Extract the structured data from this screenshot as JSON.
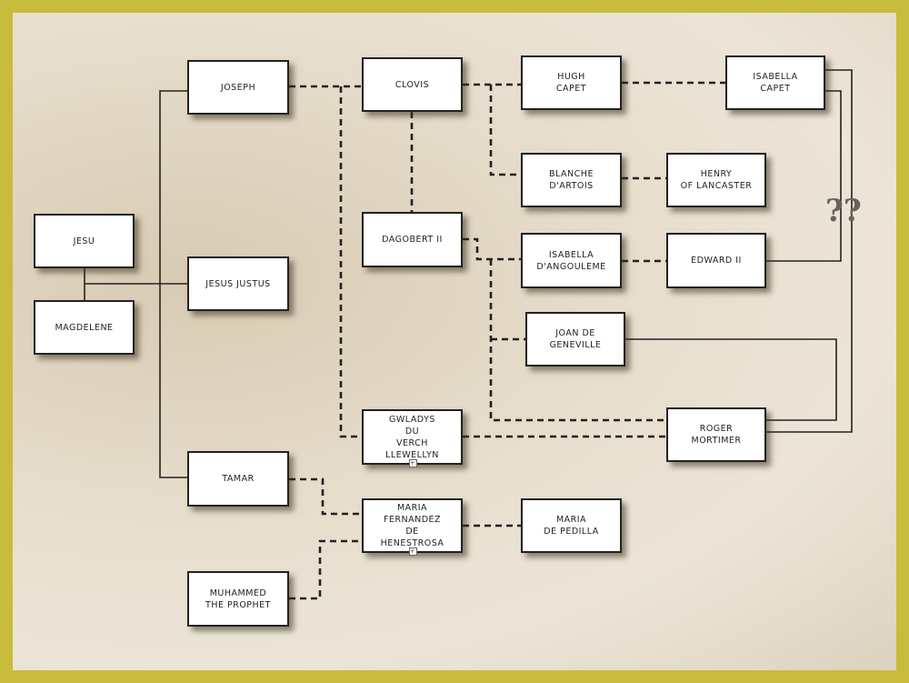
{
  "nodes": {
    "jesu": "JESU",
    "magdelene": "MAGDELENE",
    "joseph": "JOSEPH",
    "jesus_justus": "JESUS JUSTUS",
    "tamar": "TAMAR",
    "muhammed": "MUHAMMED\nTHE PROPHET",
    "clovis": "CLOVIS",
    "dagobert": "DAGOBERT II",
    "gwladys": "GWLADYS\nDU\nVERCH\nLLEWELLYN",
    "maria_fernandez": "MARIA\nFERNANDEZ\nDE\nHENESTROSA",
    "hugh_capet": "HUGH\nCAPET",
    "blanche": "BLANCHE\nD'ARTOIS",
    "isabella_angouleme": "ISABELLA\nD'ANGOULEME",
    "joan": "JOAN DE\nGENEVILLE",
    "maria_pedilla": "MARIA\nDE  PEDILLA",
    "isabella_capet": "ISABELLA\nCAPET",
    "henry": "HENRY\nOF LANCASTER",
    "edward": "EDWARD II",
    "roger": "ROGER\nMORTIMER"
  },
  "annotation": "??",
  "expand_symbol": "+",
  "colors": {
    "frame": "#c9bb3c",
    "line": "#222222"
  }
}
